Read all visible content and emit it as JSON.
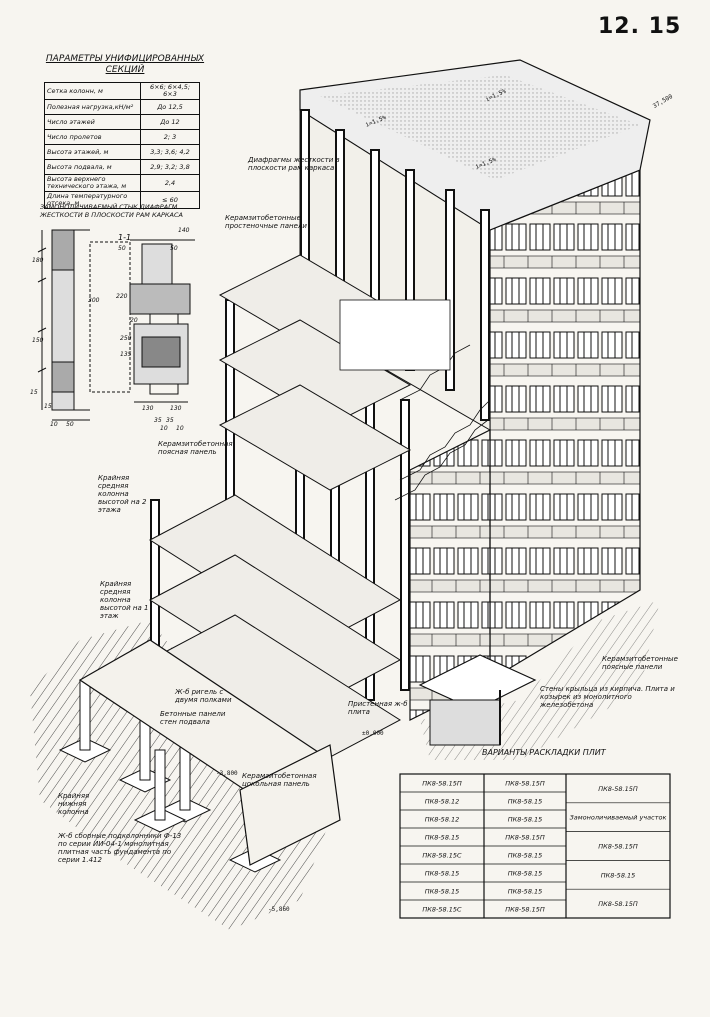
{
  "sheet_number": "12. 15",
  "params": {
    "title": "ПАРАМЕТРЫ УНИФИЦИРОВАННЫХ СЕКЦИЙ",
    "rows": [
      {
        "label": "Сетка колонн, м",
        "value": "6×6; 6×4,5; 6×3"
      },
      {
        "label": "Полезная нагрузка,кН/м²",
        "value": "До 12,5"
      },
      {
        "label": "Число этажей",
        "value": "До 12"
      },
      {
        "label": "Число пролетов",
        "value": "2; 3"
      },
      {
        "label": "Высота этажей, м",
        "value": "3,3; 3,6; 4,2"
      },
      {
        "label": "Высота подвала, м",
        "value": "2,9; 3,2; 3,8"
      },
      {
        "label": "Высота верхнего технического этажа, м",
        "value": "2,4"
      },
      {
        "label": "Длина температурного отсека, м",
        "value": "≤ 60"
      }
    ]
  },
  "joint": {
    "title": "ЗАМОНОЛИЧИВАЕМЫЙ СТЫК ДИАФРАГМ ЖЕСТКОСТИ В ПЛОСКОСТИ РАМ КАРКАСА",
    "section_label": "1-1",
    "dims": [
      "140",
      "50",
      "50",
      "180",
      "300",
      "220",
      "150",
      "250",
      "135",
      "20",
      "15",
      "15",
      "10",
      "50",
      "130",
      "130",
      "35",
      "10",
      "35",
      "10"
    ]
  },
  "labels": {
    "slope_top": "i=1,5%",
    "slope_mid": "i=1,5%",
    "slope_right": "i=1,5%",
    "roof_level": "37,500",
    "diaphragm": "Диафрагмы жесткости в плоскости рам каркаса",
    "expanded_clay_panel": "Керамзитобетонные простеночные панели",
    "belt_panel": "Керамзитобетонная поясная панель",
    "edge_col_2": "Крайняя средняя колонна высотой на 2 этажа",
    "edge_col_1": "Крайняя средняя колонна высотой на 1 этаж",
    "crossbar": "Ж-б ригель с двумя полками",
    "basement_panels": "Бетонные панели стен подвала",
    "wall_slab": "Пристенная ж-б плита",
    "level_zero": "±0,000",
    "level_minus_3": "-3,800",
    "plinth_panel": "Керамзитобетонная цокольная панель",
    "lower_col": "Крайняя нижняя колонна",
    "foundations": "Ж-б сборные подколонники Ф-13 по серии ИИ-04-1 монолитная плитная часть фундамента по серии 1.412",
    "level_bottom": "-5,860",
    "porch": "Стены крыльца из кирпича. Плита и козырек из монолитного железобетона",
    "belt_panels_right": "Керамзитобетонные поясные панели"
  },
  "slab_layout": {
    "title": "ВАРИАНТЫ РАСКЛАДКИ ПЛИТ",
    "left": [
      "ПК8-58.15П",
      "ПК8-58.12",
      "ПК8-58.12",
      "ПК8-58.15",
      "ПК8-58.15С",
      "ПК8-58.15",
      "ПК8-58.15",
      "ПК8-58.15С"
    ],
    "mid": [
      "ПК8-58.15П",
      "ПК8-58.15",
      "ПК8-58.15",
      "ПК8-58.15П",
      "ПК8-58.15",
      "ПК8-58.15",
      "ПК8-58.15",
      "ПК8-58.15П"
    ],
    "right": [
      "ПК8-58.15П",
      "Замоноличиваемый участок",
      "ПК8-58.15П",
      "ПК8-58.15",
      "ПК8-58.15П"
    ]
  }
}
